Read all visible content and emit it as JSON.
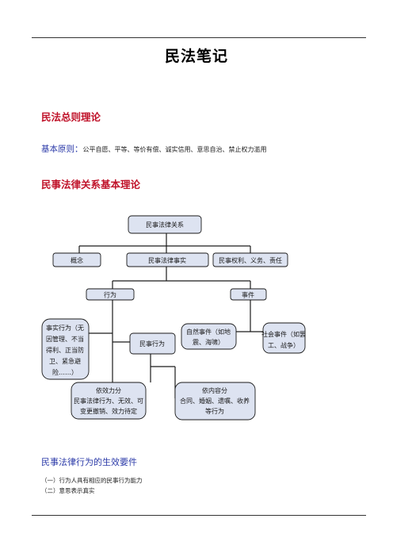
{
  "title": "民法笔记",
  "section1": {
    "heading": "民法总则理论"
  },
  "basic_principles": {
    "label": "基本原则：",
    "text": "公平自愿、平等、等价有偿、诚实信用、意思自治、禁止权力滥用"
  },
  "section2": {
    "heading": "民事法律关系基本理论"
  },
  "diagram": {
    "root": "民事法律关系",
    "concept": "概念",
    "fact": "民事法律事实",
    "rights": "民事权利、义务、责任",
    "act": "行为",
    "event": "事件",
    "factual_act": [
      "事实行为（无",
      "因管理、不当",
      "得利、正当防",
      "卫、紧急避",
      "险……）"
    ],
    "civil_act": "民事行为",
    "natural_event": [
      "自然事件（如地",
      "震、海啸）"
    ],
    "social_event": [
      "社会事件（如罢",
      "工、战争）"
    ],
    "by_effect": [
      "依效力分",
      "民事法律行为、无效、可",
      "变更撤销、效力待定"
    ],
    "by_content": [
      "依内容分",
      "合同、婚姻、遗嘱、收养",
      "等行为"
    ]
  },
  "section3": {
    "heading": "民事法律行为的生效要件",
    "items": [
      "（一）行为人具有相应的民事行为能力",
      "（二）意思表示真实"
    ]
  }
}
